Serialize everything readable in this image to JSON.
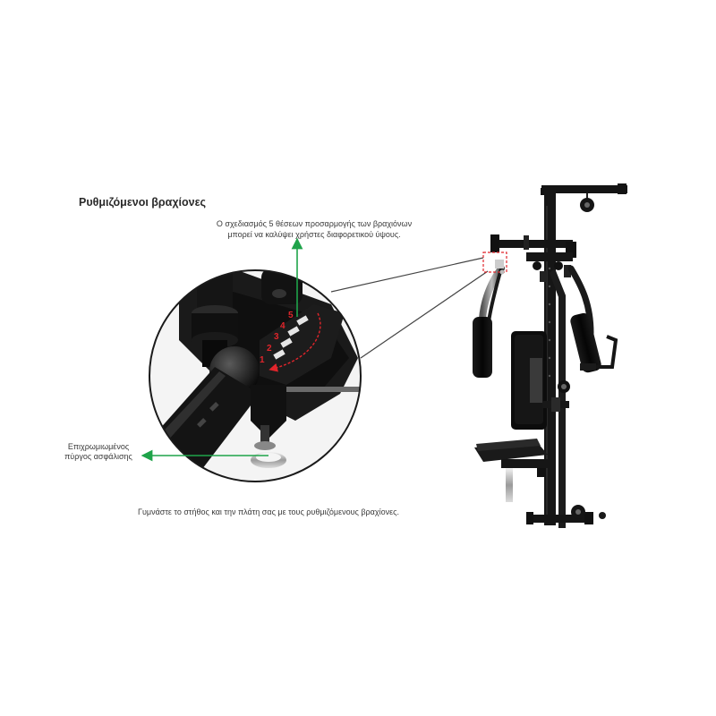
{
  "heading": {
    "title": "Ρυθμιζόμενοι βραχίονες"
  },
  "callouts": {
    "arm_positions": {
      "line1": "Ο σχεδιασμός 5 θέσεων προσαρμογής των βραχιόνων",
      "line2": "μπορεί να καλύψει χρήστες διαφορετικού ύψους."
    },
    "lock_knob": {
      "line1": "Επιχρωμιωμένος",
      "line2": "πύργος ασφάλισης"
    }
  },
  "zoom_detail": {
    "position_numbers": [
      "1",
      "2",
      "3",
      "4",
      "5"
    ]
  },
  "caption": {
    "text": "Γυμνάστε το στήθος και την πλάτη σας με τους ρυθμιζόμενους βραχίονες."
  },
  "colors": {
    "accent_green": "#1fa34a",
    "highlight_red": "#e0252b",
    "frame_black": "#141414",
    "pad_black": "#0c0c0c",
    "chrome": "#9a9a9a"
  }
}
